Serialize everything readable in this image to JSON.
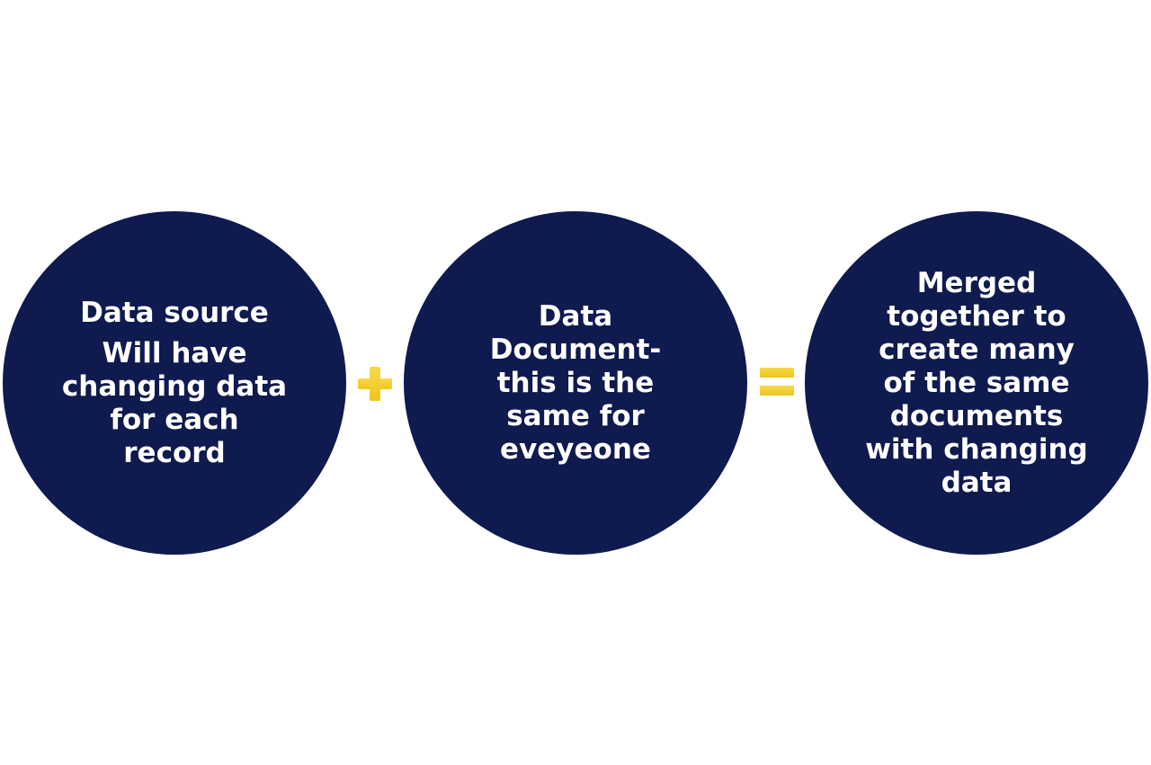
{
  "colors": {
    "circle": "#0f1a4f",
    "operator_light": "#f7d84a",
    "operator_dark": "#efc51f"
  },
  "circles": [
    {
      "title": "Data source",
      "text": "Will have\nchanging data\nfor each\nrecord"
    },
    {
      "title": "",
      "text": "Data\nDocument-\nthis is the\nsame for\neveyeone"
    },
    {
      "title": "",
      "text": "Merged\ntogether to\ncreate many\nof the same\ndocuments\nwith changing\ndata"
    }
  ],
  "operators": {
    "plus": "plus-icon",
    "equals": "equals-icon"
  }
}
